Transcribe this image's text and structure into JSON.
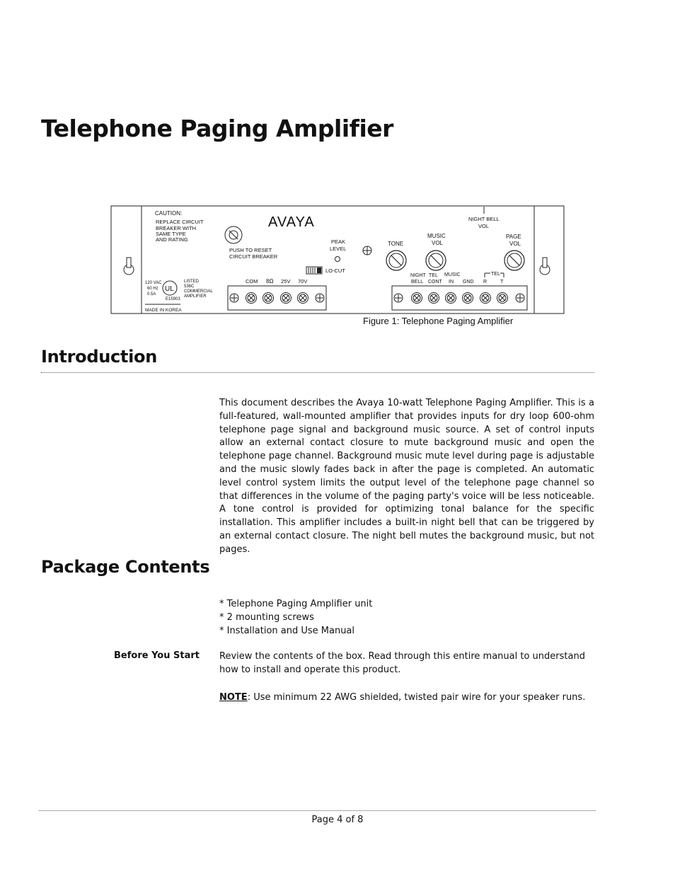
{
  "title": "Telephone Paging Amplifier",
  "figure": {
    "brand": "AVAYA",
    "caution_title": "CAUTION:",
    "caution_lines": [
      "REPLACE CIRCUIT",
      "BREAKER WITH",
      "SAME TYPE",
      "AND RATING"
    ],
    "push_reset_lines": [
      "PUSH TO RESET",
      "CIRCUIT BREAKER"
    ],
    "peak_level_lines": [
      "PEAK",
      "LEVEL"
    ],
    "lo_cut": "LO-CUT",
    "tone": "TONE",
    "music_vol_lines": [
      "MUSIC",
      "VOL"
    ],
    "night_bell_vol_lines": [
      "NIGHT BELL",
      "VOL"
    ],
    "page_vol_lines": [
      "PAGE",
      "VOL"
    ],
    "power_lines": [
      "120 VAC",
      "60 Hz",
      "0.5A"
    ],
    "listed_lines": [
      "LISTED",
      "536C",
      "COMMERCIAL",
      "AMPLIFIER"
    ],
    "ul_mark": "UL",
    "e_number": "E15903",
    "made_in": "MADE IN KOREA",
    "left_terminals": [
      "COM",
      "8Ω",
      "25V",
      "70V"
    ],
    "right_terminals": [
      {
        "top": "NIGHT",
        "bottom": "BELL"
      },
      {
        "top": "TEL",
        "bottom": "CONT"
      },
      {
        "top": "MUSIC",
        "bottom": "IN"
      },
      {
        "top": "",
        "bottom": "GND"
      },
      {
        "top": "",
        "bottom": "R"
      },
      {
        "top": "",
        "bottom": "T"
      }
    ],
    "tel_label": "TEL",
    "caption": "Figure 1: Telephone Paging Amplifier"
  },
  "introduction": {
    "heading": "Introduction",
    "paragraph": "This document describes the Avaya 10-watt  Telephone Paging Amplifier. This is a full-featured, wall-mounted amplifier that provides inputs for dry loop 600-ohm telephone page signal and background music source.  A set of control inputs allow an external contact closure to mute background music and open the telephone page channel. Background music mute level during page is adjustable and the music slowly fades back in after the page is completed.  An automatic level control system limits the output level of the telephone page channel so that differences in the volume of the paging party's voice will be less noticeable.  A tone control is provided for optimizing tonal balance for the specific installation. This amplifier includes a built-in night bell that can be triggered by an external contact closure.  The night bell mutes the background music, but not pages."
  },
  "package": {
    "heading": "Package Contents",
    "items": [
      "* Telephone Paging Amplifier unit",
      "* 2 mounting screws",
      "* Installation and Use Manual"
    ]
  },
  "before_start": {
    "label": "Before You Start",
    "paragraph": "Review the contents of the box. Read through this entire manual to understand how to install and operate this product.",
    "note_label": "NOTE",
    "note_text": ":  Use minimum 22 AWG shielded, twisted pair wire for your speaker runs."
  },
  "footer": "Page 4 of 8"
}
